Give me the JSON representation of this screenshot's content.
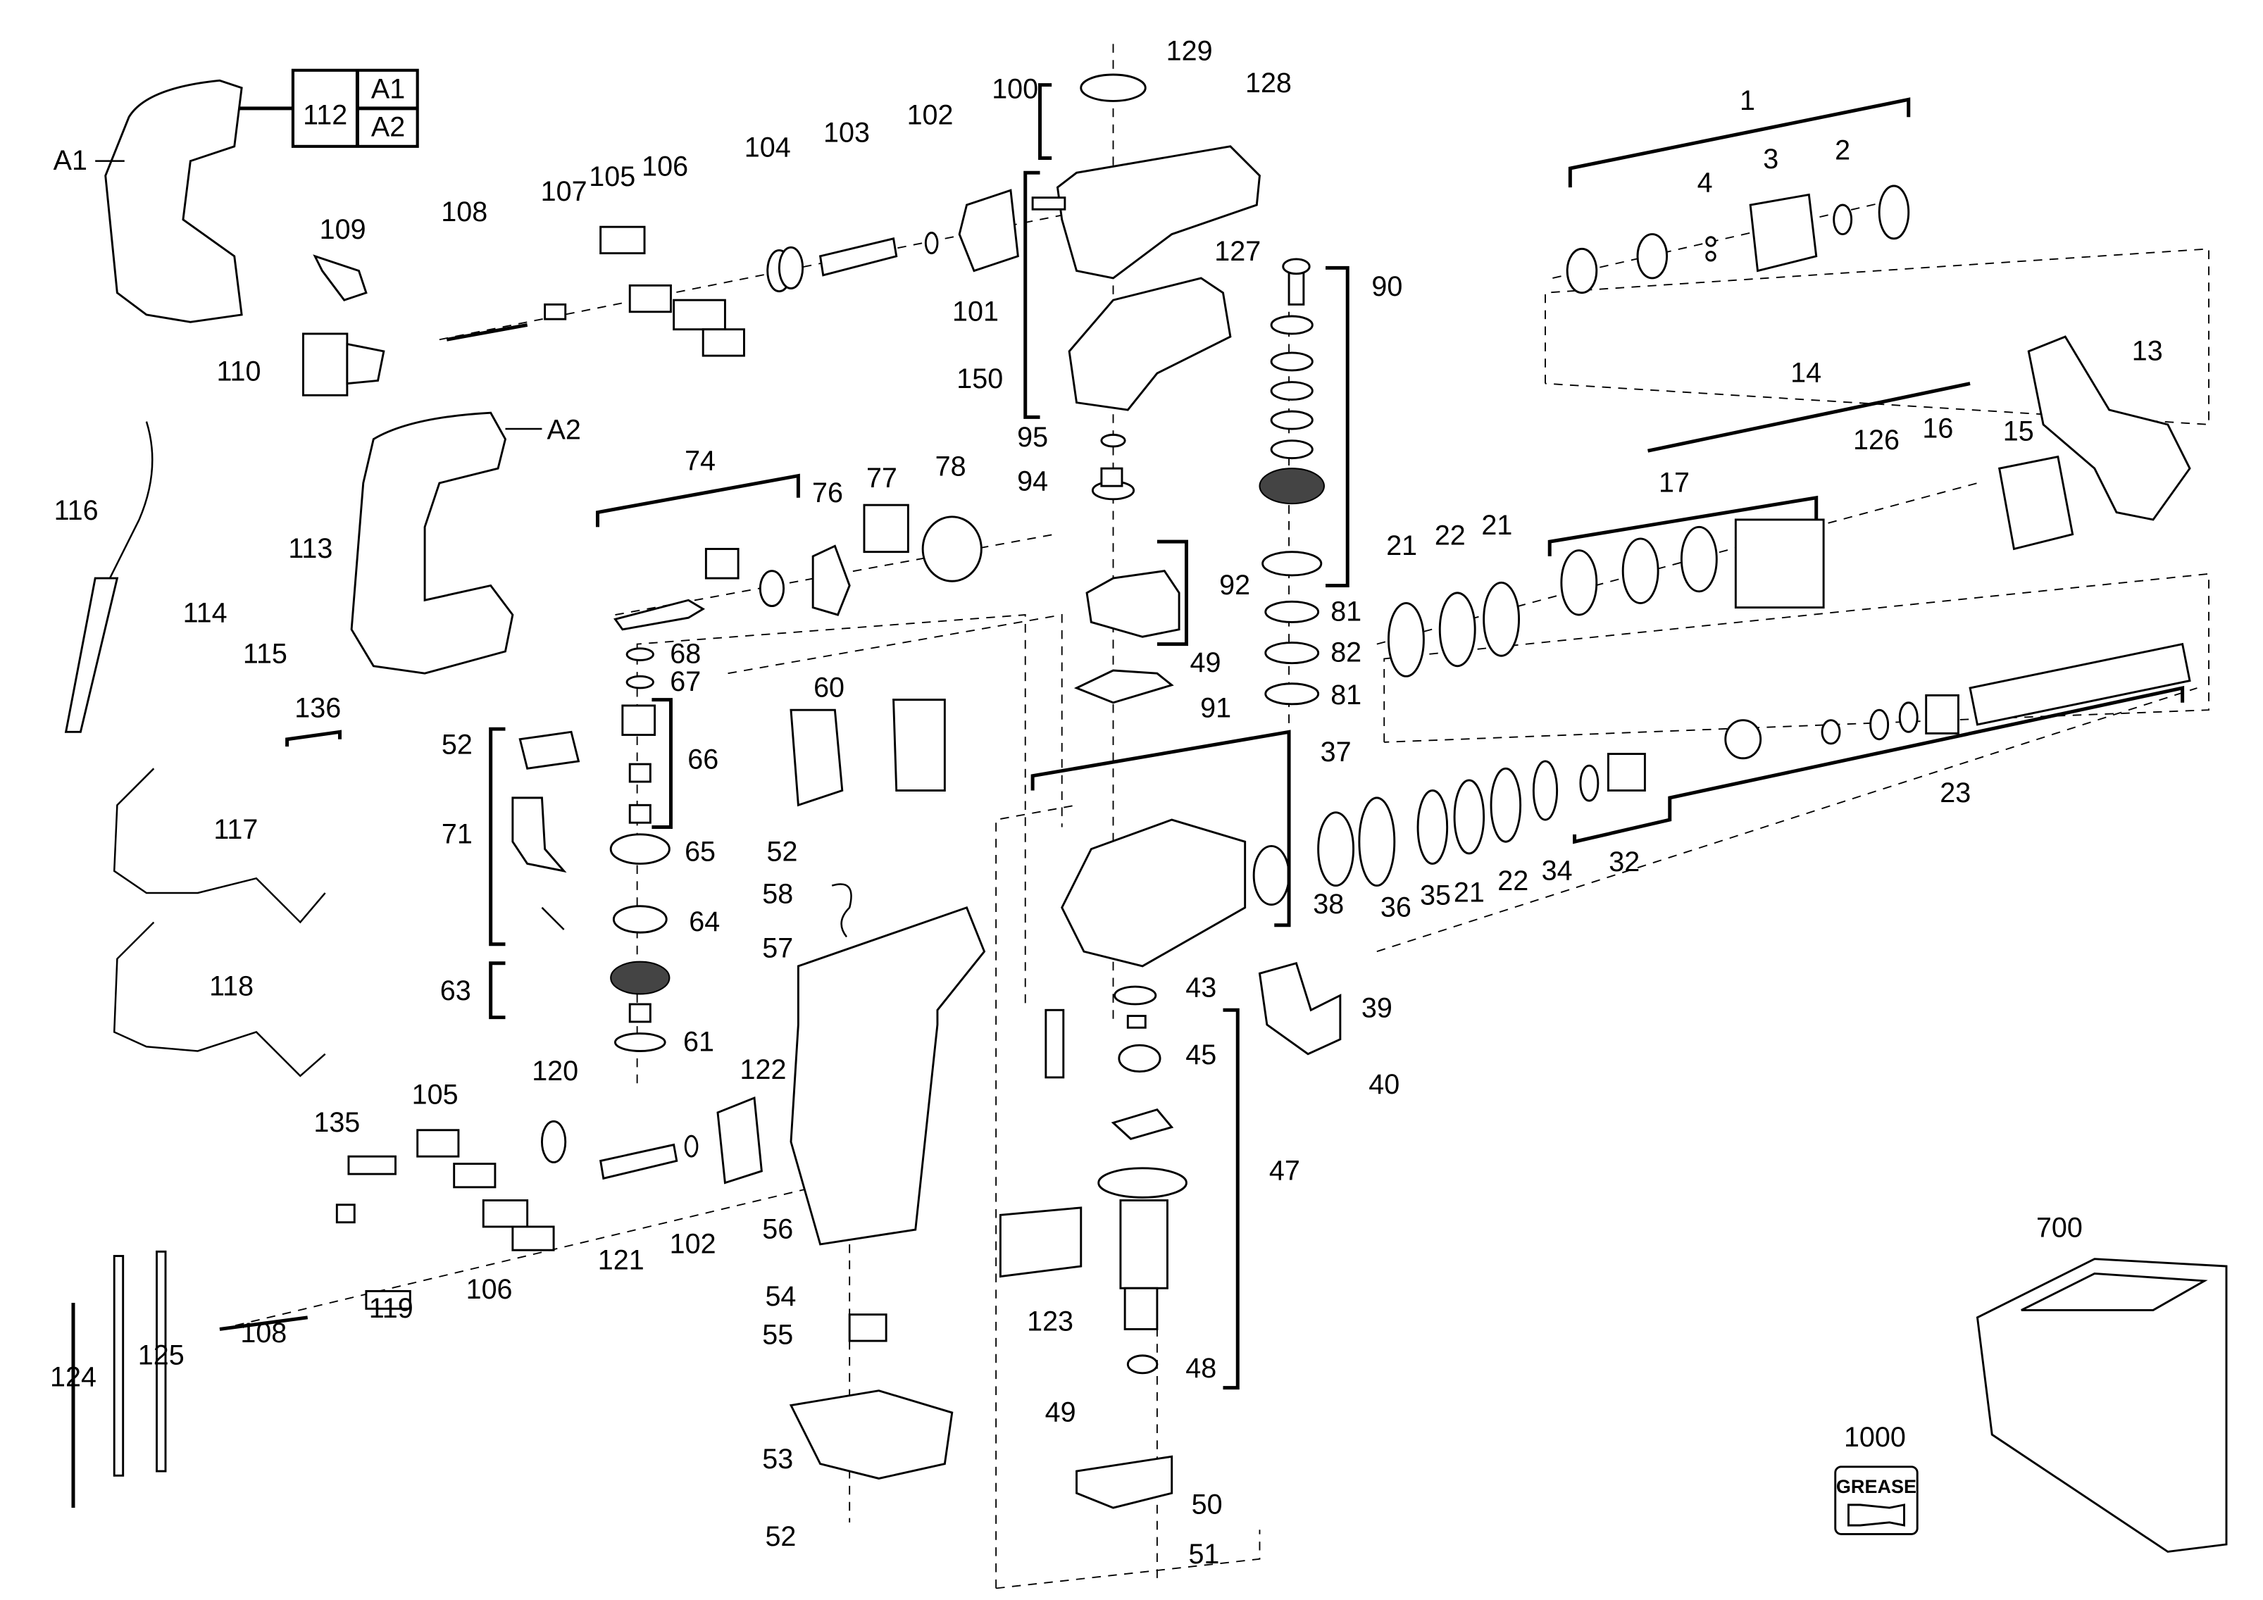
{
  "diagram": {
    "type": "exploded-parts-view",
    "part_labels": [
      "1",
      "2",
      "3",
      "4",
      "13",
      "14",
      "15",
      "16",
      "17",
      "21",
      "22",
      "23",
      "32",
      "34",
      "35",
      "36",
      "37",
      "38",
      "39",
      "40",
      "43",
      "45",
      "47",
      "48",
      "49",
      "50",
      "51",
      "52",
      "53",
      "54",
      "55",
      "56",
      "57",
      "58",
      "60",
      "61",
      "63",
      "64",
      "65",
      "66",
      "67",
      "68",
      "71",
      "74",
      "76",
      "77",
      "78",
      "81",
      "82",
      "90",
      "91",
      "92",
      "94",
      "95",
      "100",
      "101",
      "102",
      "103",
      "104",
      "105",
      "106",
      "107",
      "108",
      "109",
      "110",
      "112",
      "113",
      "114",
      "115",
      "116",
      "117",
      "118",
      "119",
      "120",
      "121",
      "122",
      "123",
      "124",
      "125",
      "126",
      "127",
      "128",
      "129",
      "135",
      "136",
      "150",
      "700",
      "1000",
      "A1",
      "A2"
    ],
    "assembly_box": {
      "label": "112",
      "sub_items": [
        "A1",
        "A2"
      ]
    },
    "grease_badge": {
      "label": "1000",
      "text": "GREASE"
    }
  }
}
